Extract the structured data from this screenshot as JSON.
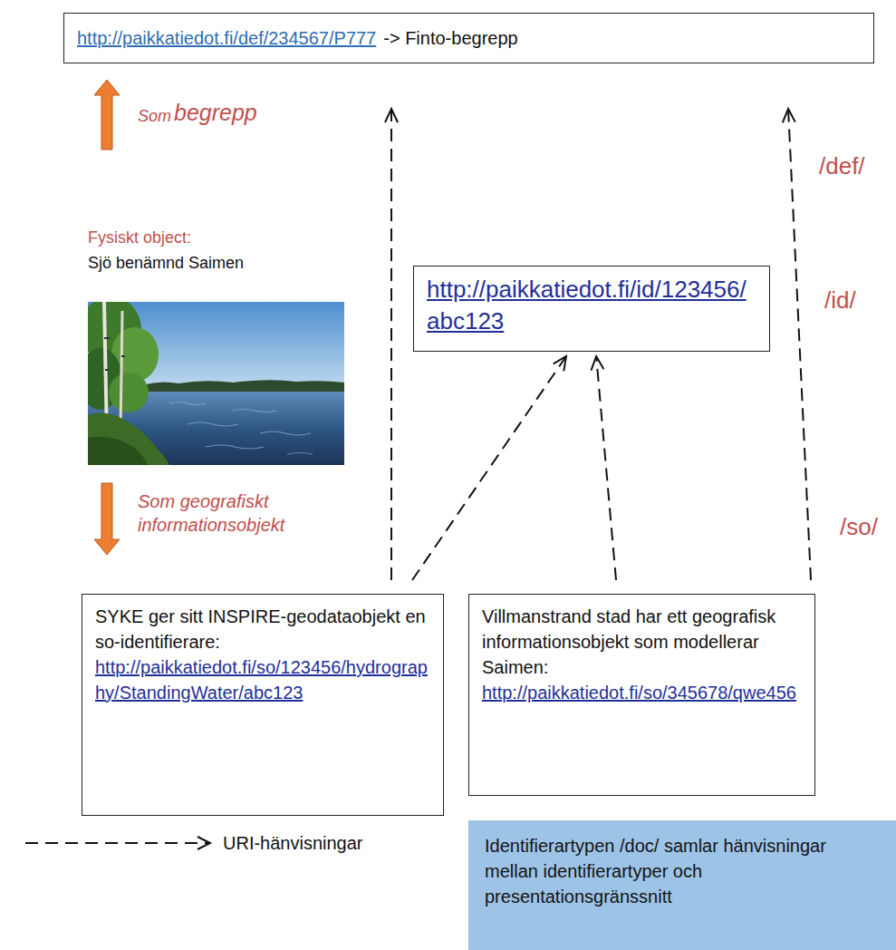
{
  "diagram": {
    "nodes": [
      {
        "text": [
          "http://paikkatiedot.fi/def/234567/P777",
          "-> Finto-begrepp"
        ]
      },
      {
        "text": [
          "http://paikkatiedot.fi/id/123456/abc123"
        ]
      },
      {
        "text": [
          "SYKE ger sitt INSPIRE-geodataobjekt en so-identifierare:",
          "http://paikkatiedot.fi/so/123456/hydrography/StandingWater/abc123"
        ]
      },
      {
        "text": [
          "Villmanstrand stad har ett geografisk informationsobjekt som modellerar Saimen:",
          "http://paikkatiedot.fi/so/345678/qwe456"
        ]
      },
      {
        "text": [
          "Identifierartypen /doc/ samlar hänvisningar mellan identifierartyper och presentationsgränssnitt"
        ]
      }
    ],
    "edges": [
      {
        "from": 2,
        "to": 0,
        "arrow": "to"
      },
      {
        "from": 2,
        "to": 1,
        "arrow": "to"
      },
      {
        "from": 3,
        "to": 1,
        "arrow": "to"
      },
      {
        "from": 3,
        "to": 0,
        "arrow": "to"
      }
    ],
    "labels": [
      "Som",
      "begrepp",
      "Fysiskt object:",
      "Sjö benämnd Saimen",
      "Som geografiskt informationsobjekt",
      "/def/",
      "/id/",
      "/so/"
    ],
    "legend": [
      {
        "text": "URI-hänvisningar"
      }
    ]
  }
}
